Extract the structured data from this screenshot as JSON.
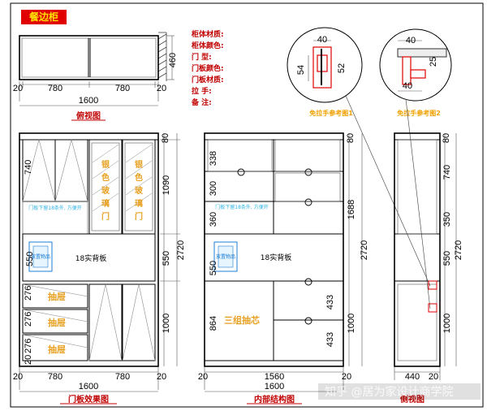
{
  "title": "餐边柜",
  "spec_labels": [
    "柜体材质:",
    "柜体颜色:",
    "门    型:",
    "门板颜色:",
    "门板材质:",
    "拉    手:",
    "备    注:"
  ],
  "top_view": {
    "caption": "俯视图",
    "dims": {
      "left": "20",
      "bay1": "780",
      "bay2": "780",
      "right": "20",
      "total": "1600",
      "depth": "460"
    }
  },
  "detail1": {
    "caption": "免拉手参考图1",
    "dims": {
      "w": "40",
      "h1": "54",
      "h2": "52"
    }
  },
  "detail2": {
    "caption": "免拉手参考图2",
    "dims": {
      "w1": "40",
      "w2": "40",
      "h": "25"
    }
  },
  "front_view": {
    "caption": "门板效果图",
    "glass_labels": [
      "银",
      "色",
      "玻",
      "璃",
      "门"
    ],
    "drawer_labels": [
      "抽屉",
      "抽屉",
      "抽屉"
    ],
    "panel_note": "18实背板",
    "note_text": "门板下留18条外, 方便开",
    "box_label": "放置物品",
    "dims": {
      "h740": "740",
      "h550": "550",
      "h276a": "276",
      "h276b": "276",
      "h276c": "276",
      "h20b": "20",
      "h80": "80",
      "left": "20",
      "w1": "780",
      "w2": "780",
      "right": "20",
      "total": "1600",
      "top": "80"
    }
  },
  "internal_view": {
    "caption": "内部结构图",
    "drawer_label": "三组抽芯",
    "panel_note": "18实背板",
    "note_text": "门板下留18条外, 方便开",
    "box_label": "放置物品",
    "dims": {
      "d338": "338",
      "d300": "300",
      "d360": "360",
      "d550": "550",
      "d20": "20",
      "d864": "864",
      "d433a": "433",
      "d433b": "433",
      "left": "20",
      "mid": "1560",
      "right": "20",
      "total": "1600"
    }
  },
  "side_view": {
    "caption": "侧视图",
    "dims": {
      "w440": "440",
      "w20": "20"
    }
  },
  "vertical_dims": {
    "h1090": "1090",
    "h550": "550",
    "h1000": "1000",
    "total": "2720",
    "total_mid": "1688",
    "h80": "80",
    "h740": "740",
    "h350": "350",
    "h550b": "550",
    "h1000b": "1000"
  },
  "watermark": "知乎 @居为家设计商学院"
}
